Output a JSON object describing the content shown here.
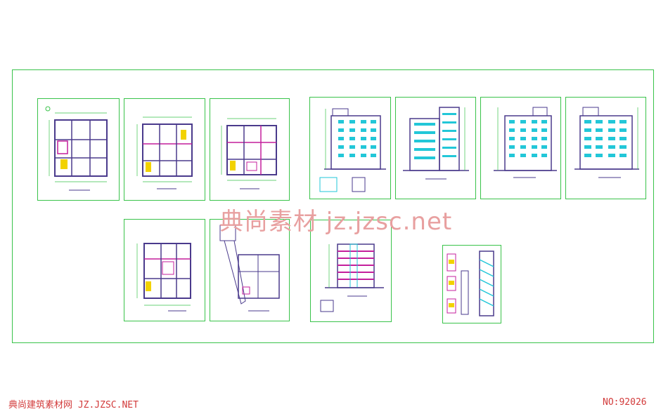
{
  "watermark": {
    "text": "典尚素材 jz.jzsc.net"
  },
  "footer": {
    "site_label": "典尚建筑素材网 JZ.JZSC.NET",
    "number_label": "NO:92026"
  },
  "colors": {
    "frame": "#39c34a",
    "wall": "#4a3a8c",
    "cyan": "#22c7d8",
    "magenta": "#c41f9c",
    "yellow": "#f2d200",
    "watermark": "#e8a0a0",
    "footer": "#d23a3a"
  }
}
